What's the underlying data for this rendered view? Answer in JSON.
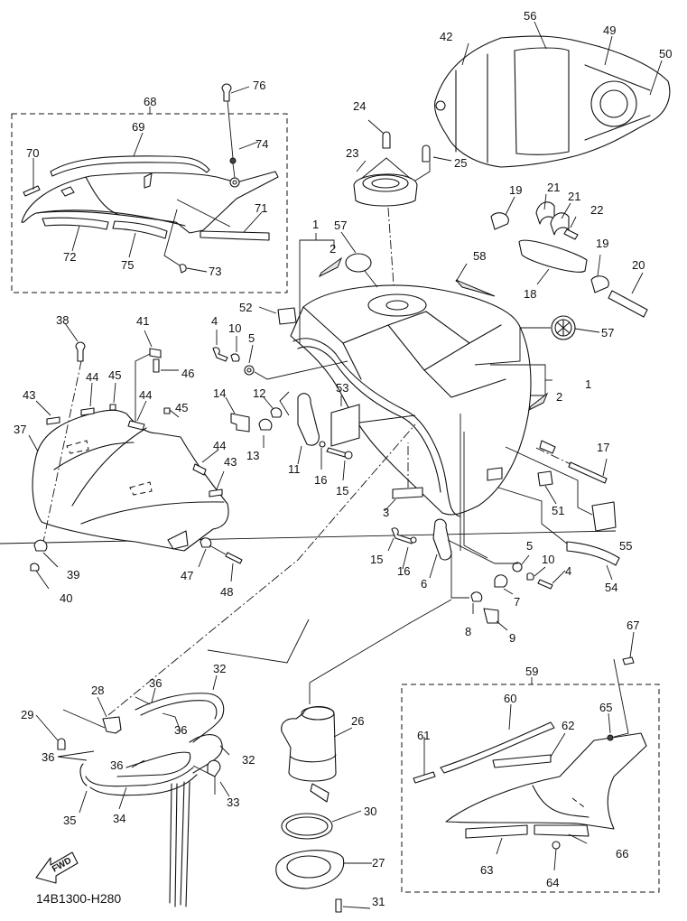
{
  "diagram": {
    "title": "Fuel Tank exploded parts diagram",
    "drawing_code": "14B1300-H280",
    "direction_marker": "FWD",
    "groups": [
      {
        "ref": "68",
        "contains": [
          "69",
          "70",
          "71",
          "72",
          "73",
          "74",
          "75"
        ]
      },
      {
        "ref": "59",
        "contains": [
          "60",
          "61",
          "62",
          "63",
          "64",
          "65",
          "66"
        ]
      },
      {
        "ref": "1",
        "contains": [
          "2"
        ]
      }
    ],
    "labels": {
      "l1a": "1",
      "l1b": "1",
      "l2a": "2",
      "l2b": "2",
      "l3": "3",
      "l4a": "4",
      "l4b": "4",
      "l5a": "5",
      "l5b": "5",
      "l6": "6",
      "l7": "7",
      "l8": "8",
      "l9": "9",
      "l10a": "10",
      "l10b": "10",
      "l11": "11",
      "l12": "12",
      "l13": "13",
      "l14": "14",
      "l15a": "15",
      "l15b": "15",
      "l16a": "16",
      "l16b": "16",
      "l17": "17",
      "l18": "18",
      "l19a": "19",
      "l19b": "19",
      "l20": "20",
      "l21a": "21",
      "l21b": "21",
      "l22": "22",
      "l23": "23",
      "l24": "24",
      "l25": "25",
      "l26": "26",
      "l27": "27",
      "l28": "28",
      "l29": "29",
      "l30": "30",
      "l31": "31",
      "l32a": "32",
      "l32b": "32",
      "l33": "33",
      "l34": "34",
      "l35": "35",
      "l36a": "36",
      "l36b": "36",
      "l36c": "36",
      "l36d": "36",
      "l37": "37",
      "l38": "38",
      "l39": "39",
      "l40": "40",
      "l41": "41",
      "l42": "42",
      "l43a": "43",
      "l43b": "43",
      "l44a": "44",
      "l44b": "44",
      "l44c": "44",
      "l45a": "45",
      "l45b": "45",
      "l46": "46",
      "l47": "47",
      "l48": "48",
      "l49": "49",
      "l50": "50",
      "l51": "51",
      "l52": "52",
      "l53": "53",
      "l54": "54",
      "l55": "55",
      "l56": "56",
      "l57a": "57",
      "l57b": "57",
      "l58": "58",
      "l59": "59",
      "l60": "60",
      "l61": "61",
      "l62": "62",
      "l63": "63",
      "l64": "64",
      "l65": "65",
      "l66": "66",
      "l67": "67",
      "l68": "68",
      "l69": "69",
      "l70": "70",
      "l71": "71",
      "l72": "72",
      "l73": "73",
      "l74": "74",
      "l75": "75",
      "l76": "76"
    }
  }
}
